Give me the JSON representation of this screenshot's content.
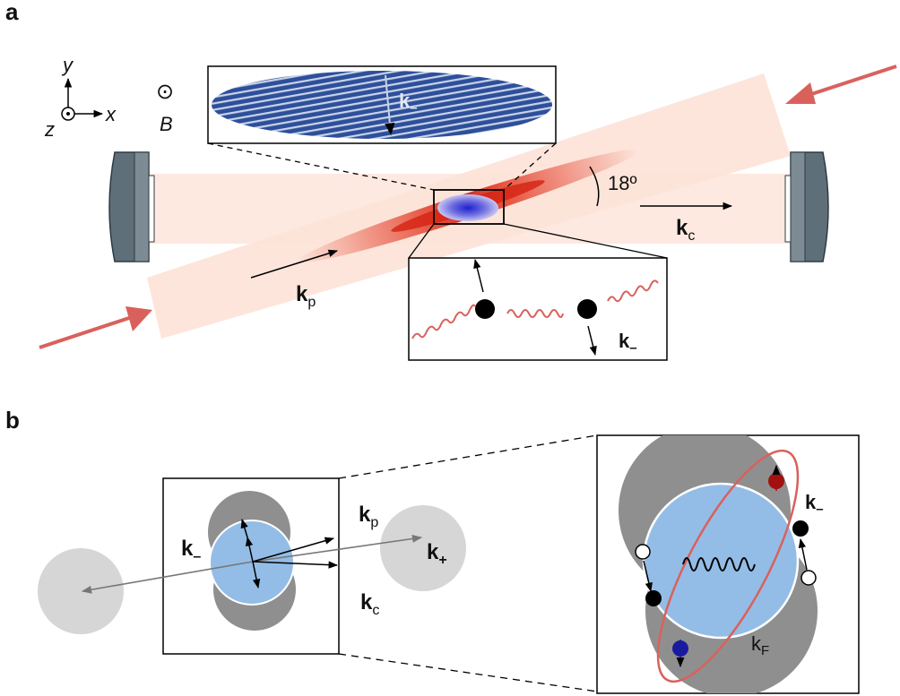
{
  "panel_a": {
    "label": "a",
    "axes": {
      "y": "y",
      "x": "x",
      "z": "z"
    },
    "field": {
      "symbol": "⊙",
      "name": "B"
    },
    "angle": "18º",
    "k_cavity": {
      "main": "k",
      "sub": "c"
    },
    "k_pump": {
      "main": "k",
      "sub": "p"
    },
    "inset_top_k": {
      "main": "k",
      "sub": "–"
    },
    "inset_bottom_k": {
      "main": "k",
      "sub": "–"
    }
  },
  "panel_b": {
    "label": "b",
    "k_minus": {
      "main": "k",
      "sub": "–"
    },
    "k_pump": {
      "main": "k",
      "sub": "p"
    },
    "k_plus": {
      "main": "k",
      "sub": "+"
    },
    "k_cavity": {
      "main": "k",
      "sub": "c"
    },
    "zoom_k_minus": {
      "main": "k",
      "sub": "–"
    },
    "zoom_k_fermi": {
      "main": "k",
      "sub": "F"
    }
  },
  "colors": {
    "beam": "#fde6dc",
    "beam_core": "#e0301a",
    "arrow_red": "#d9615c",
    "fermi_sea": "#93bde6",
    "shell_dark": "#8f8f8f",
    "shell_light": "#d6d6d6",
    "mirror": "#5f6f79",
    "atoms_blue": "#2a2aa8",
    "spin_red": "#a31010",
    "spin_blue": "#1a1aa0"
  },
  "icons": [
    "mirror-icon",
    "atom-cloud-icon",
    "photon-wave-icon",
    "spin-up-icon",
    "spin-down-icon"
  ]
}
